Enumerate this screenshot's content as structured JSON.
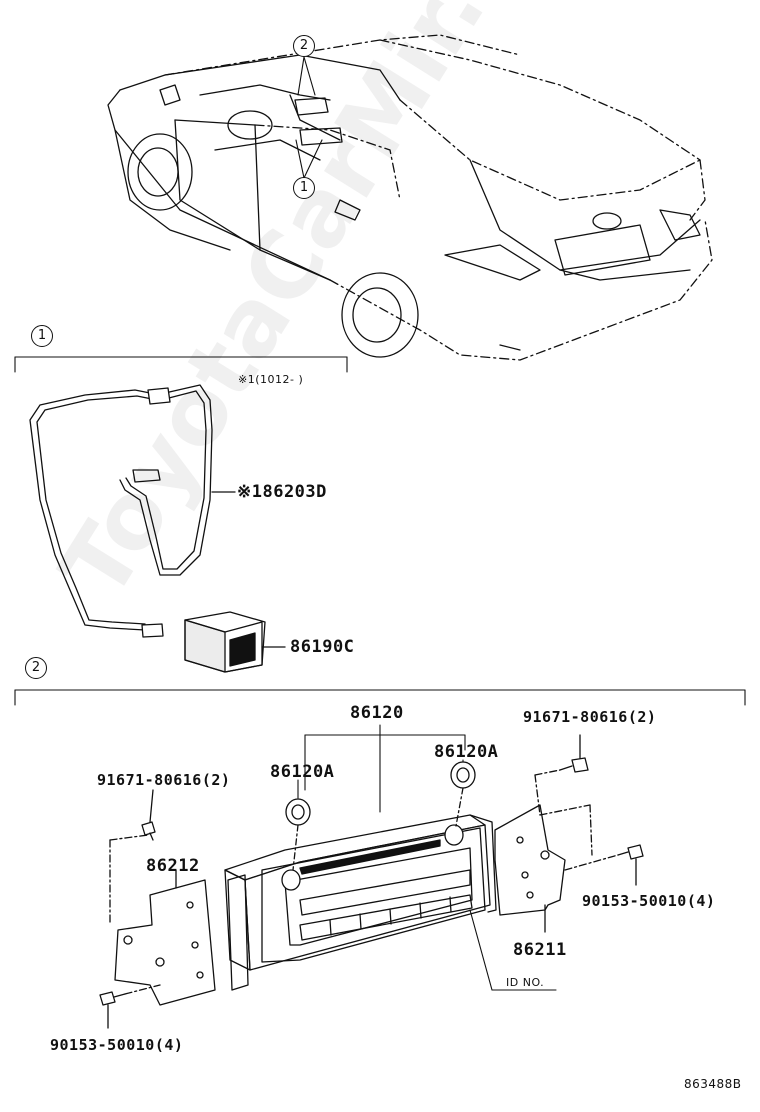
{
  "callouts": {
    "one": "1",
    "two": "2"
  },
  "sections": {
    "section1": {
      "marker": "1",
      "note": "※1(1012-    )"
    },
    "section2": {
      "marker": "2"
    }
  },
  "parts": {
    "wire_harness": "※186203D",
    "switch": "86190C",
    "radio_assy": "86120",
    "knob_left": "86120A",
    "knob_right": "86120A",
    "screw_left": "91671-80616(2)",
    "screw_right": "91671-80616(2)",
    "bracket_left": "86212",
    "bracket_right": "86211",
    "bolt_left": "90153-50010(4)",
    "bolt_right": "90153-50010(4)",
    "id_label": "ID NO."
  },
  "figure_number": "863488B",
  "watermark": "ToyotaCarMir.ru",
  "colors": {
    "ink": "#111111",
    "background": "#ffffff"
  }
}
